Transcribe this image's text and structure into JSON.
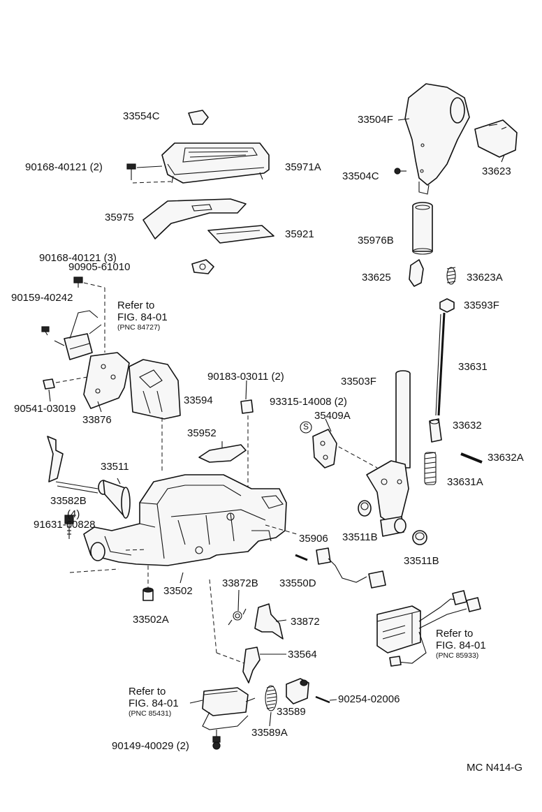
{
  "labels": {
    "p33554C": "33554C",
    "p90168_40121_2": "90168-40121 (2)",
    "p35971A": "35971A",
    "p35975": "35975",
    "p35921": "35921",
    "p90168_40121_3": "90168-40121 (3)",
    "p90905_61010": "90905-61010",
    "p90159_40242": "90159-40242",
    "p90541_03019": "90541-03019",
    "p33876": "33876",
    "p33594": "33594",
    "p90183_03011": "90183-03011 (2)",
    "p93315_14008": "93315-14008 (2)",
    "p35409A": "35409A",
    "p35952": "35952",
    "p33511": "33511",
    "p33582B": "33582B",
    "p4": "(4)",
    "p91631_60828": "91631-60828",
    "p33502": "33502",
    "p33502A": "33502A",
    "p33872B": "33872B",
    "p33550D": "33550D",
    "p35906": "35906",
    "p33511B_1": "33511B",
    "p33511B_2": "33511B",
    "p33872": "33872",
    "p33564": "33564",
    "p33589": "33589",
    "p33589A": "33589A",
    "p90254_02006": "90254-02006",
    "p90149_40029": "90149-40029 (2)",
    "p33504F": "33504F",
    "p33504C": "33504C",
    "p33623": "33623",
    "p35976B": "35976B",
    "p33625": "33625",
    "p33623A": "33623A",
    "p33593F": "33593F",
    "p33631": "33631",
    "p33503F": "33503F",
    "p33632": "33632",
    "p33632A": "33632A",
    "p33631A": "33631A",
    "s_symbol": "S"
  },
  "references": [
    {
      "refer": "Refer to",
      "fig": "FIG. 84-01",
      "pnc": "(PNC 84727)"
    },
    {
      "refer": "Refer to",
      "fig": "FIG. 84-01",
      "pnc": "(PNC 85933)"
    },
    {
      "refer": "Refer to",
      "fig": "FIG. 84-01",
      "pnc": "(PNC 85431)"
    }
  ],
  "footer_code": "MC  N414-G"
}
